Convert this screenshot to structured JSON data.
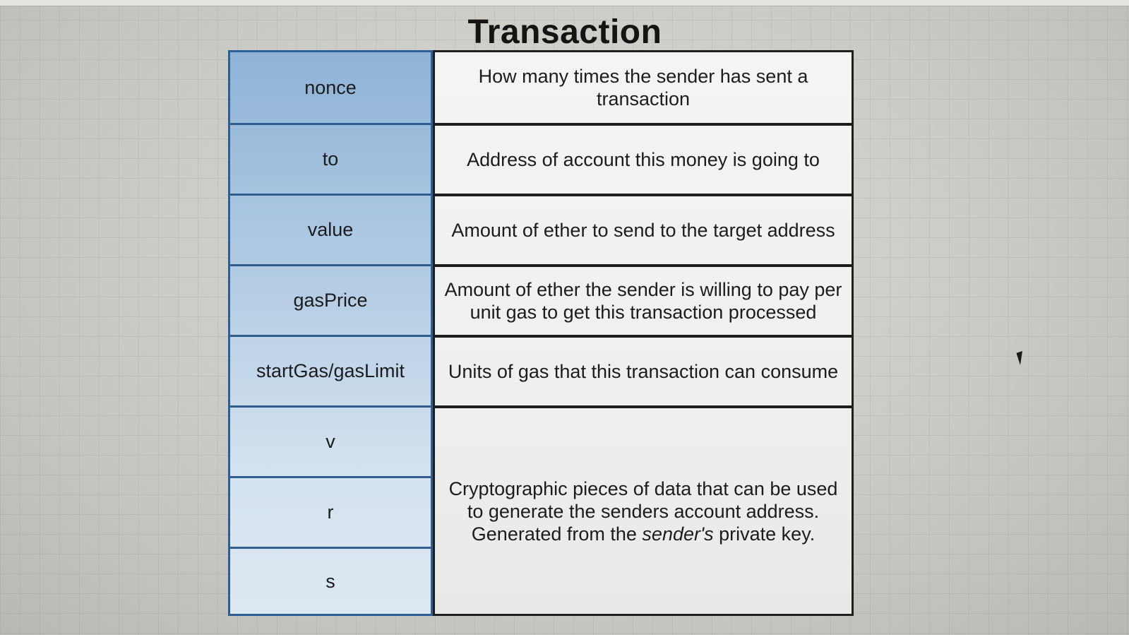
{
  "title": "Transaction",
  "rows": [
    {
      "key": "nonce",
      "description": "How many times the sender has sent a transaction"
    },
    {
      "key": "to",
      "description": "Address of account this money is going to"
    },
    {
      "key": "value",
      "description": "Amount of ether to send to the target address"
    },
    {
      "key": "gasPrice",
      "description": "Amount of ether the sender is willing to pay per unit gas to get this transaction processed"
    },
    {
      "key": "startGas/gasLimit",
      "description": "Units of gas that this transaction can consume"
    },
    {
      "key": "v"
    },
    {
      "key": "r"
    },
    {
      "key": "s"
    }
  ],
  "signature_description": {
    "line1": "Cryptographic pieces of data that can be used",
    "line2": "to generate the senders account address.",
    "line3_prefix": "Generated from the ",
    "line3_emphasis": "sender's",
    "line3_suffix": " private key."
  },
  "icons": {
    "cursor": "mouse-cursor-icon"
  },
  "colors": {
    "key_column": "#b3cce4",
    "key_border": "#2b5f96",
    "desc_border": "#1e1e1e"
  }
}
